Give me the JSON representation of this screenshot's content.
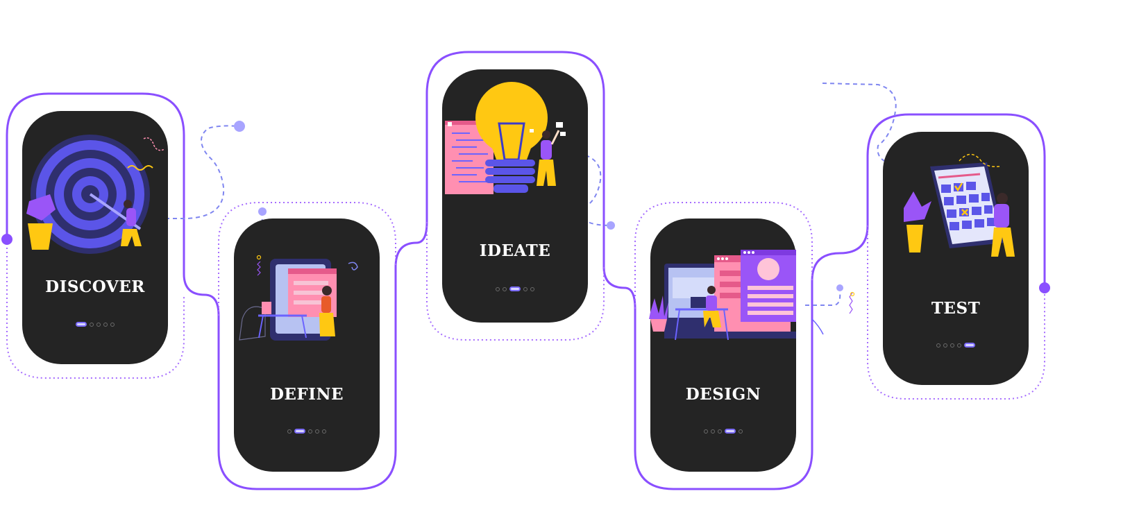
{
  "steps": [
    {
      "title": "DISCOVER",
      "active_index": 0,
      "dot_count": 5
    },
    {
      "title": "DEFINE",
      "active_index": 1,
      "dot_count": 5
    },
    {
      "title": "IDEATE",
      "active_index": 2,
      "dot_count": 5
    },
    {
      "title": "DESIGN",
      "active_index": 3,
      "dot_count": 5
    },
    {
      "title": "TEST",
      "active_index": 4,
      "dot_count": 5
    }
  ],
  "colors": {
    "card": "#242424",
    "outline": "#8a4fff",
    "accent_blue": "#6b63ff",
    "light_blue": "#a8a4ff",
    "yellow": "#ffc812",
    "pink": "#ff8fb1",
    "purple": "#9a55f7"
  },
  "icons": [
    "target-icon",
    "tablet-icon",
    "lightbulb-icon",
    "browser-windows-icon",
    "checklist-board-icon"
  ]
}
